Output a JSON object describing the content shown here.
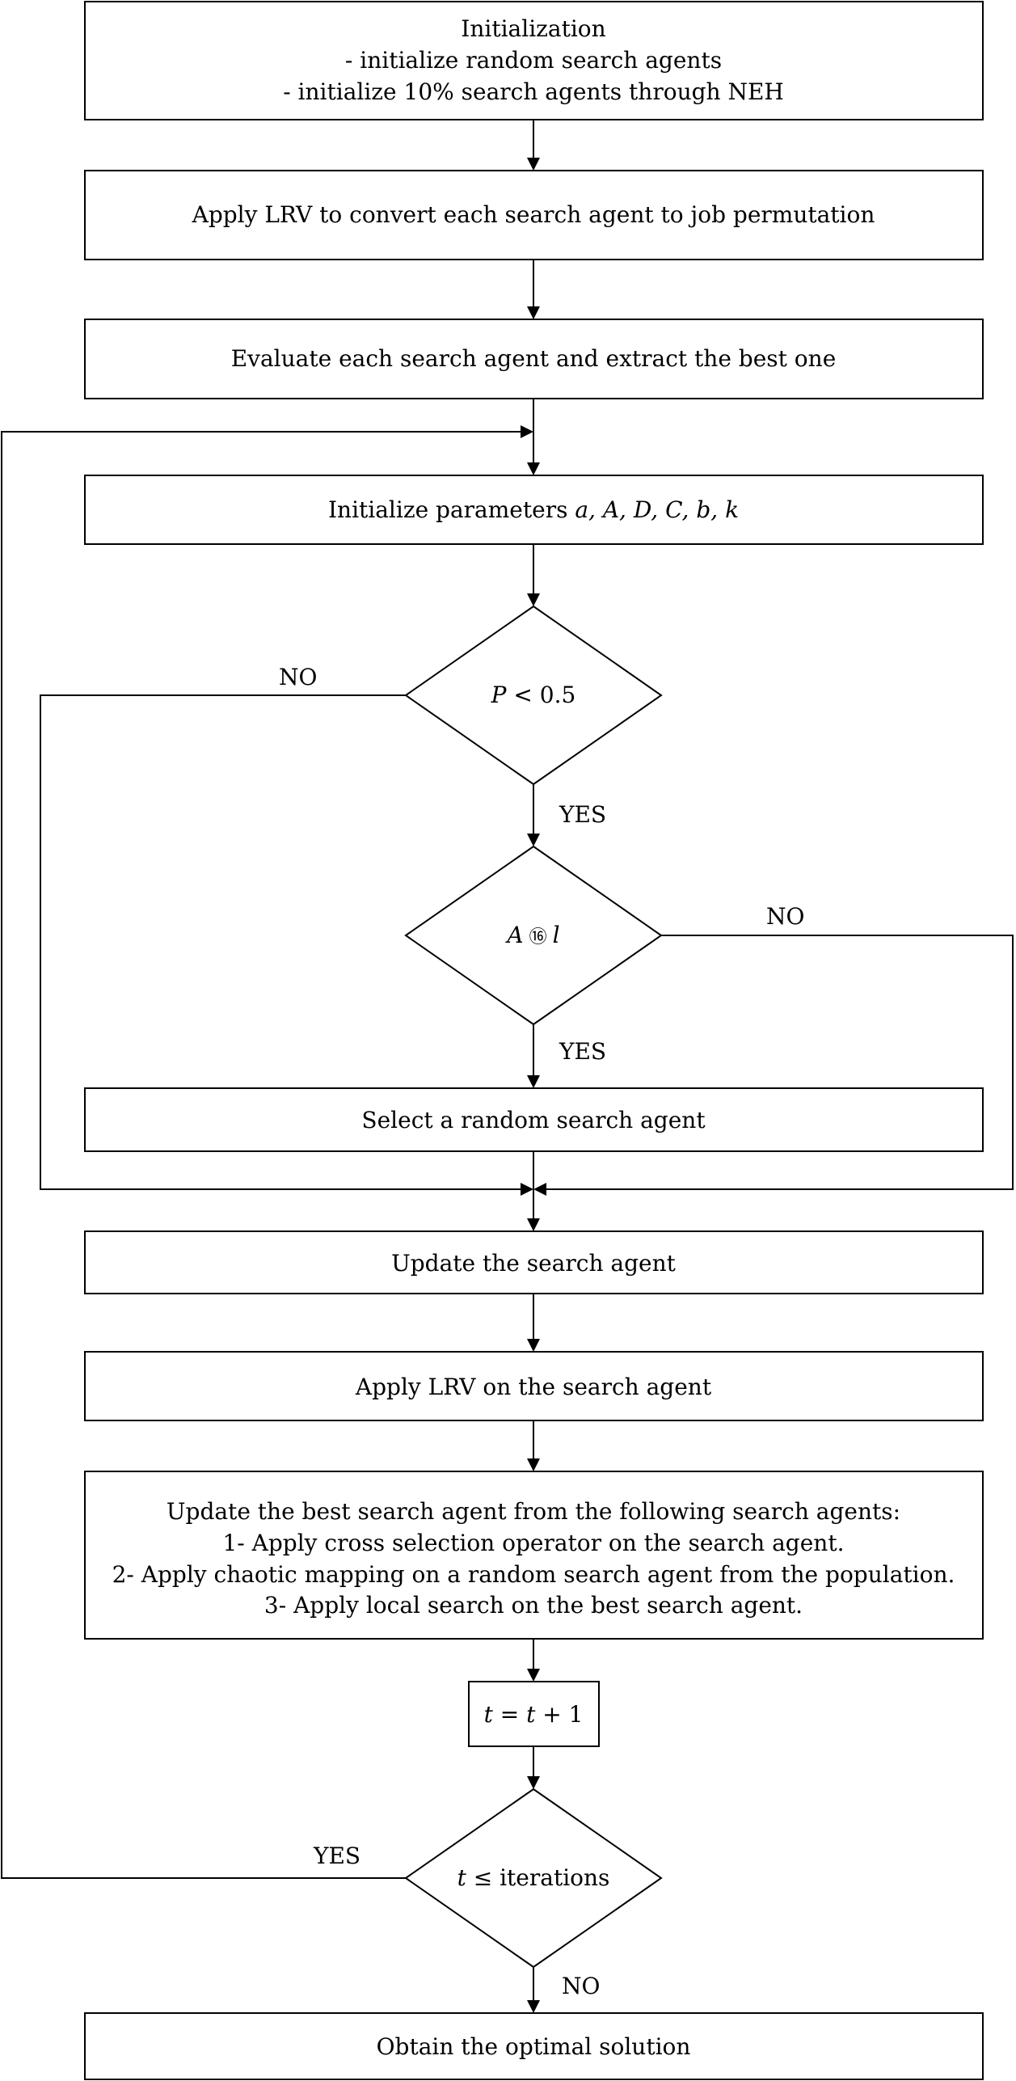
{
  "flowchart": {
    "init": {
      "title": "Initialization",
      "line1": "- initialize random search agents",
      "line2": "- initialize 10% search agents through NEH"
    },
    "apply_lrv_convert": "Apply LRV to convert each search agent to job permutation",
    "evaluate": "Evaluate each search agent and extract the best one",
    "init_params": {
      "prefix": "Initialize parameters ",
      "vars": "a, A, D, C, b, k"
    },
    "decision_p": {
      "var": "P",
      "rest": " < 0.5",
      "no_label": "NO",
      "yes_label": "YES"
    },
    "decision_a": {
      "var": "A",
      "op": " ⑯ ",
      "var2": "l",
      "no_label": "NO",
      "yes_label": "YES"
    },
    "select_random": "Select a random search agent",
    "update_agent": "Update the search agent",
    "apply_lrv_on": "Apply LRV on the search agent",
    "update_best": {
      "title": "Update the best search agent from the following search agents:",
      "line1": "1- Apply cross selection operator on the search agent.",
      "line2": "2- Apply chaotic mapping on a random search agent from the population.",
      "line3": "3- Apply local search on the best search agent."
    },
    "increment": {
      "var": "t",
      "rest": " = ",
      "var2": "t",
      "rest2": " + 1"
    },
    "decision_t": {
      "var": "t",
      "rest": " ≤  iterations",
      "yes_label": "YES",
      "no_label": "NO"
    },
    "obtain": "Obtain the optimal solution"
  }
}
